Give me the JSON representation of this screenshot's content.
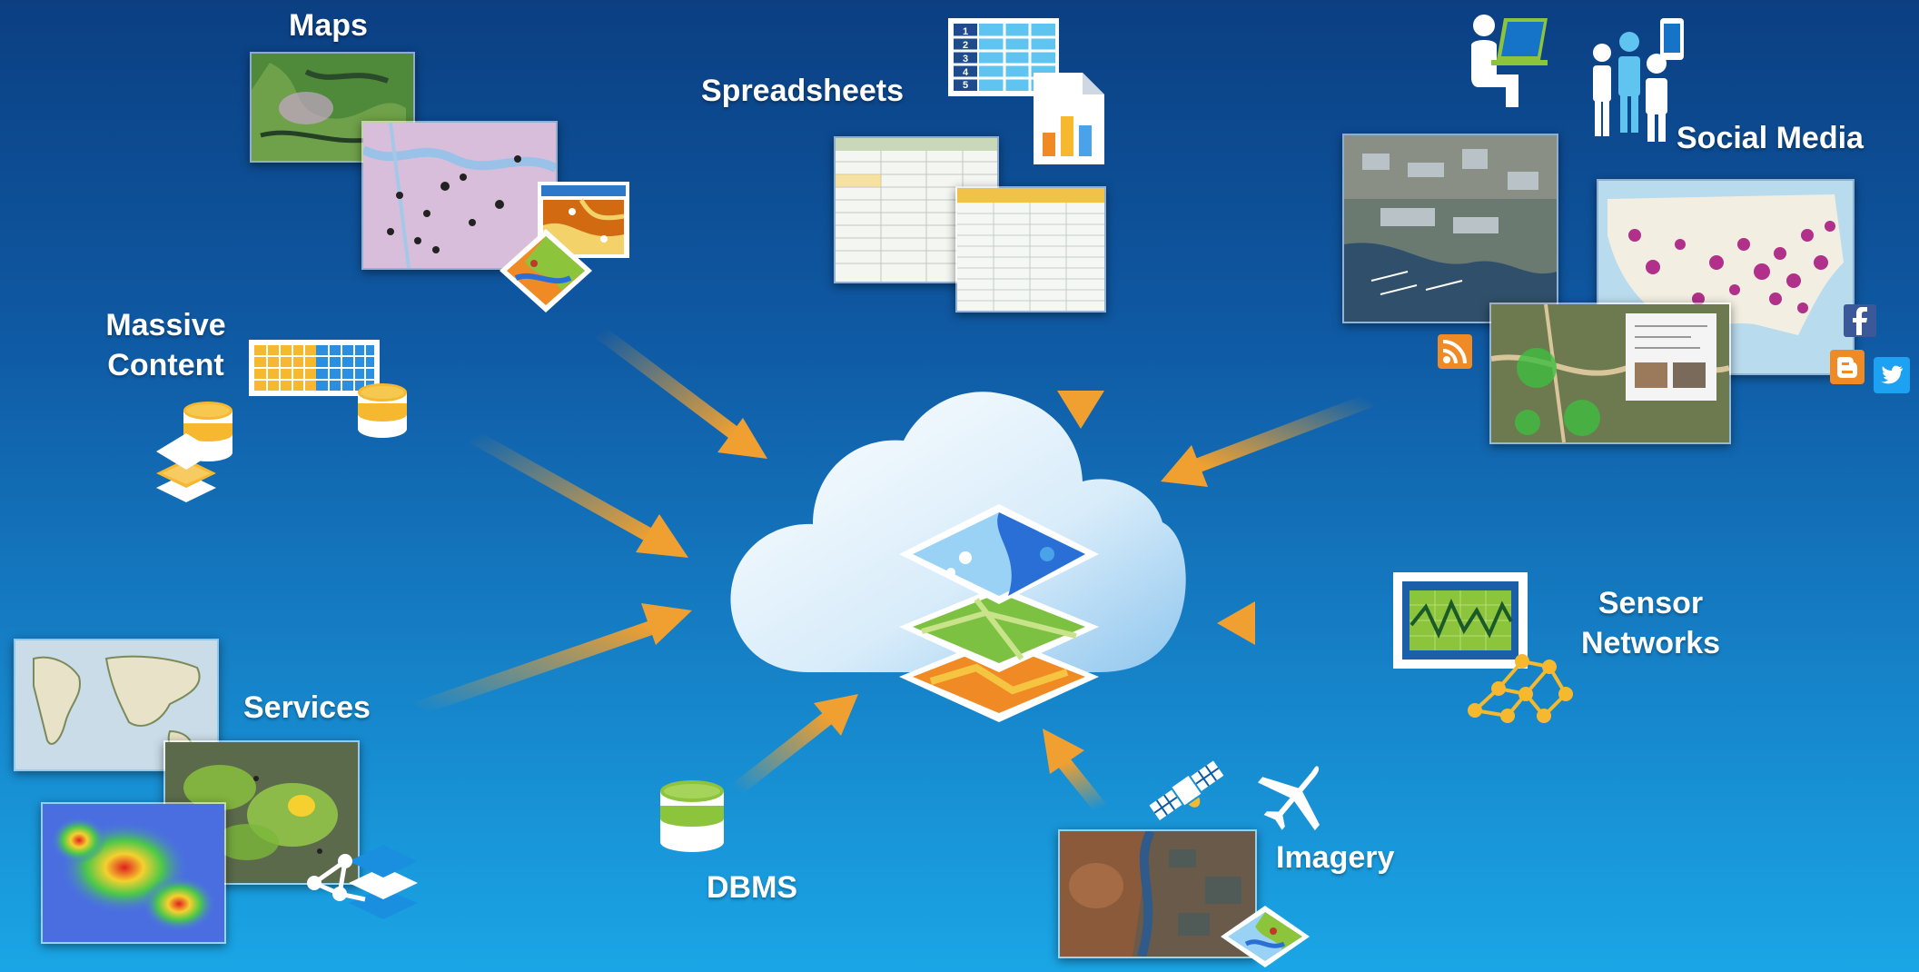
{
  "labels": {
    "maps": "Maps",
    "spreadsheets": "Spreadsheets",
    "social_media": "Social Media",
    "massive_content_line1": "Massive",
    "massive_content_line2": "Content",
    "sensor_networks_line1": "Sensor",
    "sensor_networks_line2": "Networks",
    "services": "Services",
    "dbms": "DBMS",
    "imagery": "Imagery"
  },
  "spreadsheet_row_numbers": [
    "1",
    "2",
    "3",
    "4",
    "5"
  ],
  "colors": {
    "arrow": "#f0a030",
    "cloud": "#e8f4fc",
    "database_green": "#8cc43c",
    "database_yellow": "#f5b82e",
    "layer_blue": "#4aa3e8",
    "layer_green": "#7cc142",
    "layer_orange": "#f08a24"
  }
}
